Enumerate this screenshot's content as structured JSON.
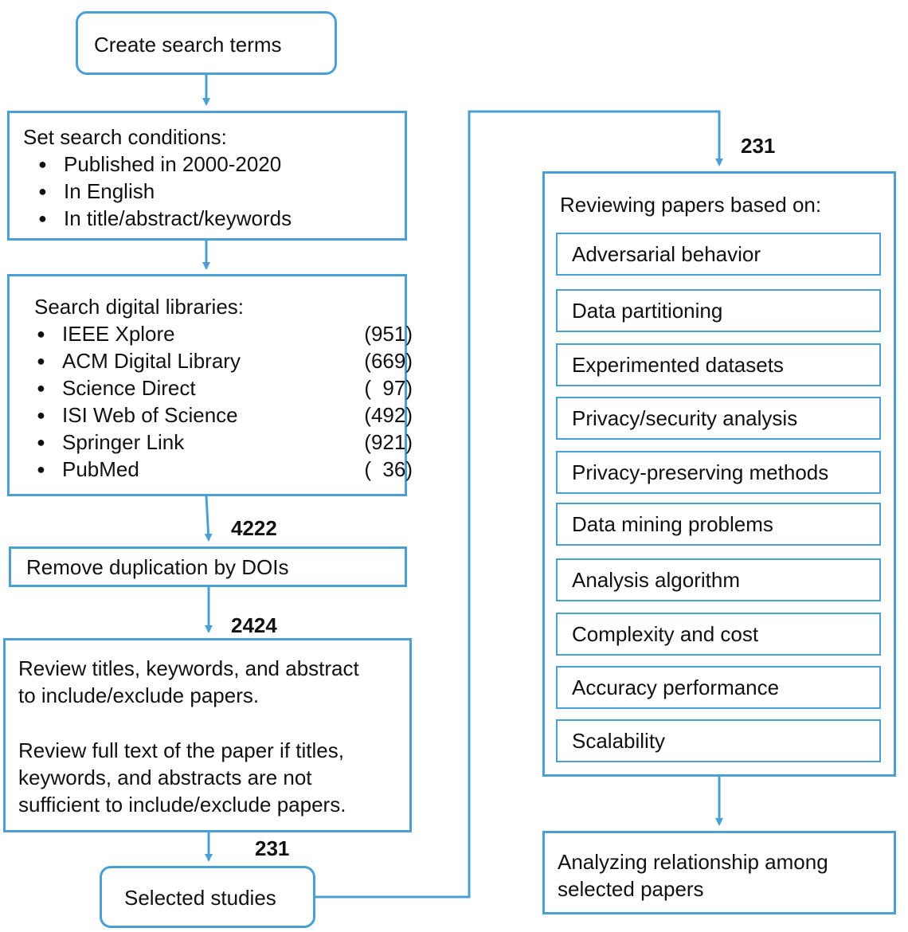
{
  "nodes": {
    "create_terms": "Create search terms",
    "conditions": {
      "title": "Set search conditions:",
      "items": [
        "Published in 2000-2020",
        "In English",
        "In title/abstract/keywords"
      ]
    },
    "libraries": {
      "title": "Search digital libraries:",
      "items": [
        {
          "name": "IEEE Xplore",
          "count": "(951)"
        },
        {
          "name": "ACM Digital Library",
          "count": "(669)"
        },
        {
          "name": "Science Direct",
          "count": "(  97)"
        },
        {
          "name": "ISI Web of Science",
          "count": "(492)"
        },
        {
          "name": "Springer Link",
          "count": "(921)"
        },
        {
          "name": "PubMed",
          "count": "(  36)"
        }
      ]
    },
    "dedup": "Remove duplication by DOIs",
    "review": {
      "p1_line1": "Review titles, keywords, and abstract",
      "p1_line2": "to include/exclude papers.",
      "p2_line1": "Review full text of the paper if titles,",
      "p2_line2": "keywords, and abstracts are not",
      "p2_line3": "sufficient to include/exclude papers."
    },
    "selected": "Selected studies",
    "reviewing": {
      "title": "Reviewing papers based on:",
      "criteria": [
        "Adversarial behavior",
        "Data partitioning",
        "Experimented datasets",
        "Privacy/security analysis",
        "Privacy-preserving methods",
        "Data mining problems",
        "Analysis algorithm",
        "Complexity and cost",
        "Accuracy performance",
        "Scalability"
      ]
    },
    "analyzing": {
      "line1": "Analyzing relationship among",
      "line2": "selected papers"
    }
  },
  "counts": {
    "after_search": "4222",
    "after_dedup": "2424",
    "after_review": "231",
    "to_reviewing": "231"
  },
  "colors": {
    "accent": "#4aa0d5",
    "text": "#111111"
  }
}
